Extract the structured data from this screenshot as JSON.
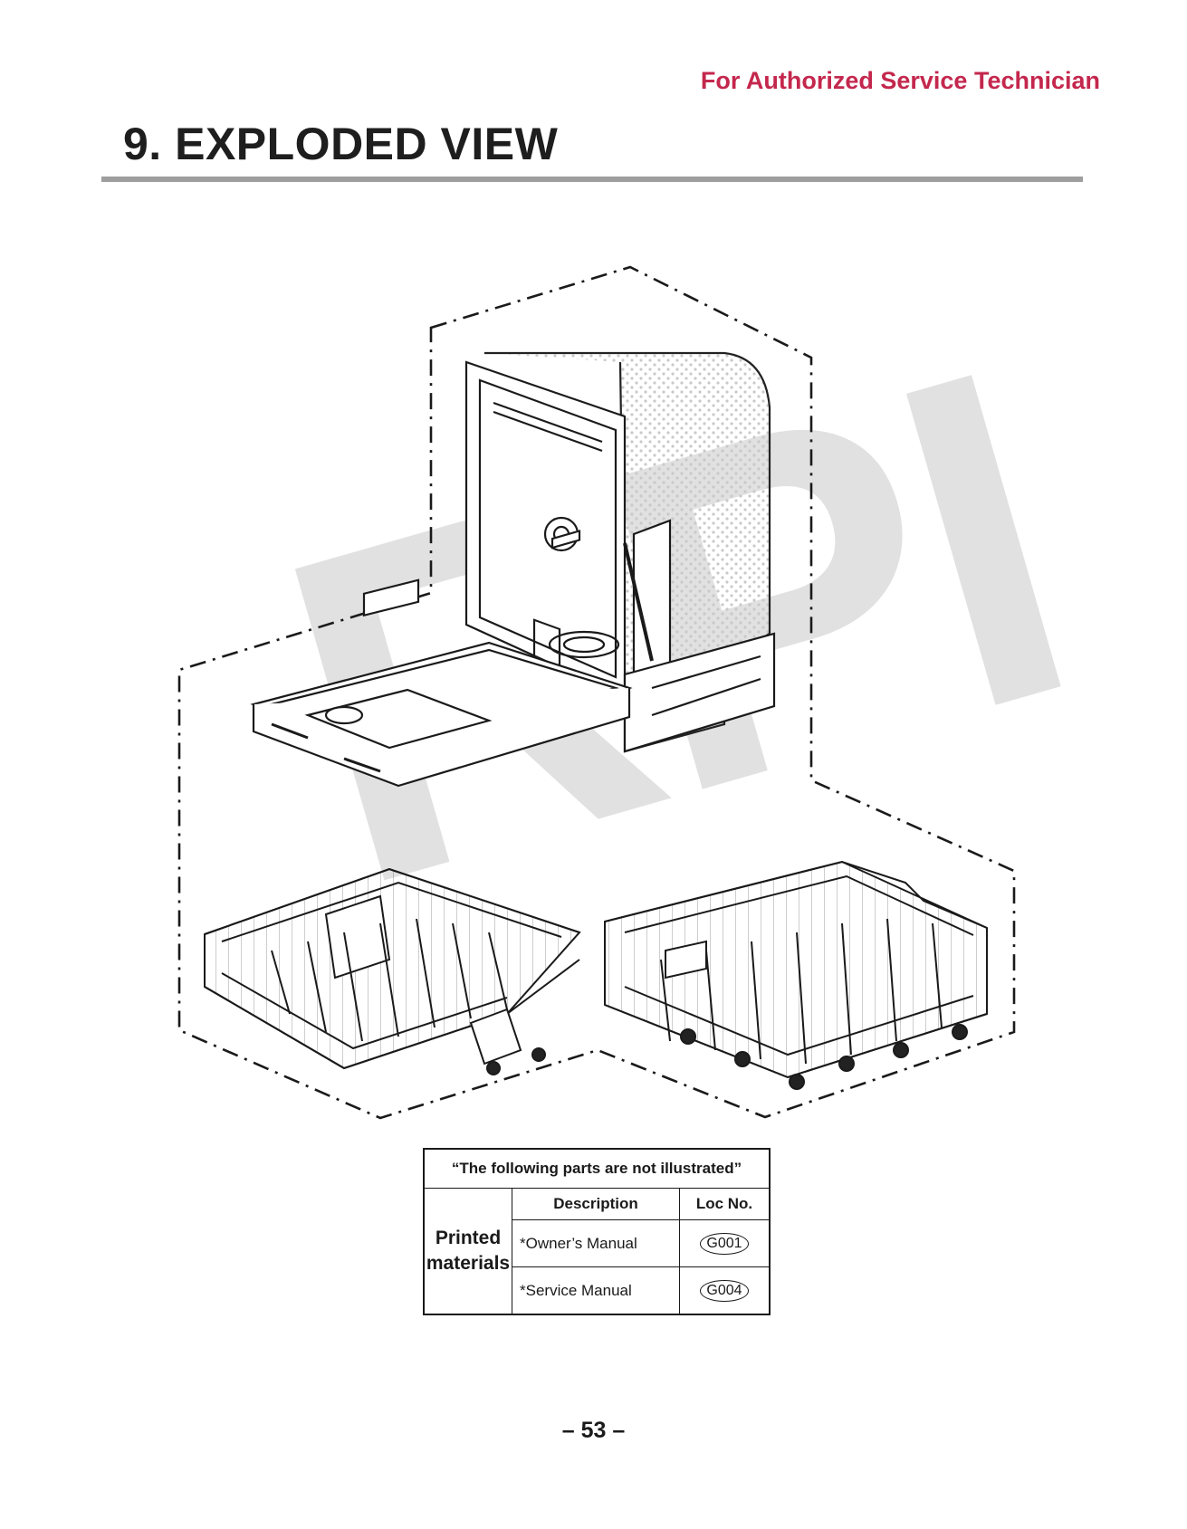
{
  "header": {
    "note": "For Authorized Service Technician",
    "section_title": "9. EXPLODED VIEW"
  },
  "watermark": {
    "text": "RPI"
  },
  "not_illustrated_table": {
    "caption": "“The following parts are not illustrated”",
    "columns": [
      "Description",
      "Loc No."
    ],
    "group_label": "Printed materials",
    "rows": [
      {
        "description": "*Owner’s Manual",
        "loc_no": "G001"
      },
      {
        "description": "*Service Manual",
        "loc_no": "G004"
      }
    ]
  },
  "footer": {
    "page_number": "– 53 –"
  },
  "colors": {
    "accent": "#c4274d",
    "rule": "#9e9e9e",
    "watermark": "#dcdcdc"
  },
  "illustration": {
    "items": [
      "dishwasher-tub-with-open-door",
      "upper-rack",
      "lower-rack"
    ],
    "boundary": "dash-dot outline"
  }
}
